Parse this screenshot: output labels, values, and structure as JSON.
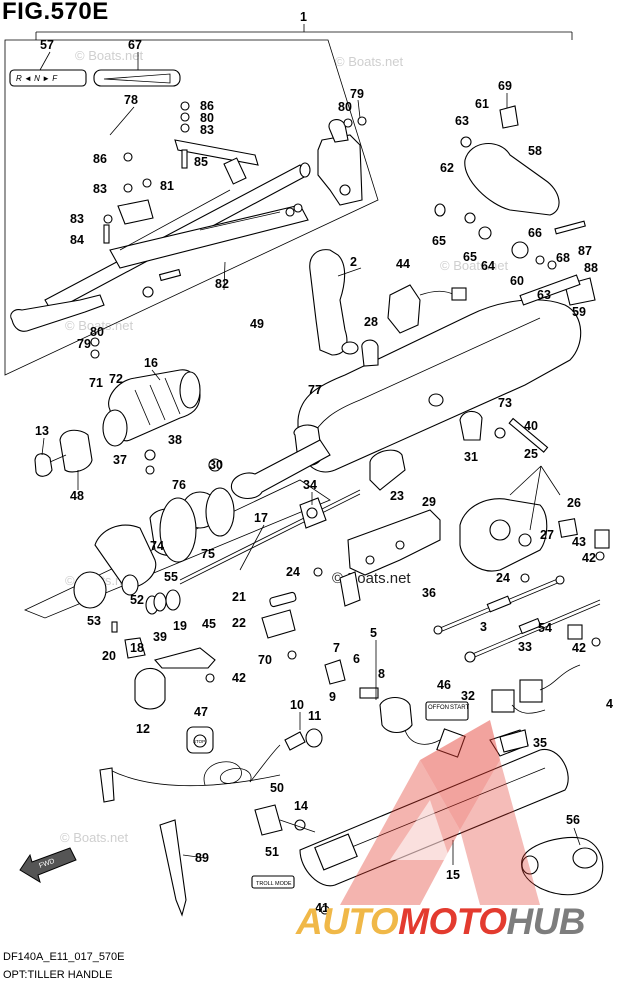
{
  "title": "FIG.570E",
  "footer": {
    "model_code": "DF140A_E11_017_570E",
    "option": "OPT:TILLER HANDLE"
  },
  "watermarks": [
    "© Boats.net",
    "© Boats.net",
    "© Boats.net",
    "© Boats.net",
    "© Boats.net",
    "© Boats.net",
    "© Boats.net"
  ],
  "brand": {
    "part1": "AUTO",
    "part2": "MOTO",
    "part3": "HUB",
    "colors": [
      "#f0b848",
      "#e33b2f",
      "#7d7d7d"
    ]
  },
  "decal_text": {
    "shift_decal": "R ◄ N ► F",
    "stop_switch_labels": [
      "OFF",
      "ON",
      "START"
    ],
    "troll_mode": "TROLL MODE",
    "fwd_arrow": "FWD",
    "stop_plate": "STOP"
  },
  "callouts": [
    "1",
    "57",
    "67",
    "78",
    "86",
    "80",
    "83",
    "79",
    "80",
    "69",
    "61",
    "63",
    "62",
    "58",
    "85",
    "86",
    "83",
    "81",
    "83",
    "84",
    "82",
    "2",
    "44",
    "65",
    "65",
    "64",
    "66",
    "60",
    "68",
    "87",
    "88",
    "63",
    "59",
    "49",
    "28",
    "80",
    "79",
    "16",
    "71",
    "72",
    "77",
    "73",
    "40",
    "13",
    "38",
    "37",
    "48",
    "31",
    "25",
    "30",
    "76",
    "34",
    "23",
    "29",
    "26",
    "17",
    "27",
    "43",
    "42",
    "74",
    "75",
    "55",
    "24",
    "24",
    "52",
    "53",
    "39",
    "19",
    "21",
    "22",
    "45",
    "36",
    "3",
    "33",
    "54",
    "42",
    "20",
    "18",
    "70",
    "42",
    "12",
    "7",
    "5",
    "6",
    "8",
    "46",
    "32",
    "9",
    "4",
    "10",
    "11",
    "47",
    "35",
    "50",
    "14",
    "89",
    "51",
    "15",
    "56",
    "41"
  ]
}
